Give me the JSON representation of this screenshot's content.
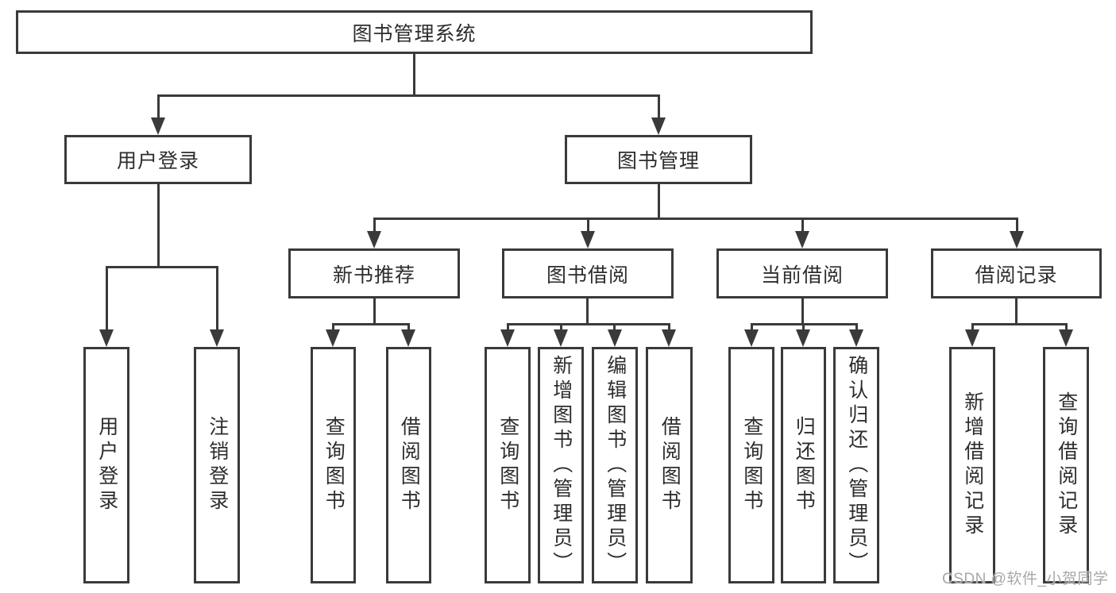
{
  "page": {
    "background_color": "#ffffff",
    "line_color": "#3a3a3a",
    "text_color": "#2d2d2d",
    "watermark_color": "#a8a8a8"
  },
  "watermark": {
    "text": "CSDN @软件_小贺同学"
  },
  "diagram": {
    "root": {
      "label": "图书管理系统"
    },
    "branches": [
      {
        "label": "用户登录",
        "children": [
          {
            "label": "用户登录"
          },
          {
            "label": "注销登录"
          }
        ]
      },
      {
        "label": "图书管理",
        "children": [
          {
            "label": "新书推荐",
            "children": [
              {
                "label": "查询图书"
              },
              {
                "label": "借阅图书"
              }
            ]
          },
          {
            "label": "图书借阅",
            "children": [
              {
                "label": "查询图书"
              },
              {
                "label": "新增图书（管理员）"
              },
              {
                "label": "编辑图书（管理员）"
              },
              {
                "label": "借阅图书"
              }
            ]
          },
          {
            "label": "当前借阅",
            "children": [
              {
                "label": "查询图书"
              },
              {
                "label": "归还图书"
              },
              {
                "label": "确认归还（管理员）"
              }
            ]
          },
          {
            "label": "借阅记录",
            "children": [
              {
                "label": "新增借阅记录"
              },
              {
                "label": "查询借阅记录"
              }
            ]
          }
        ]
      }
    ]
  }
}
